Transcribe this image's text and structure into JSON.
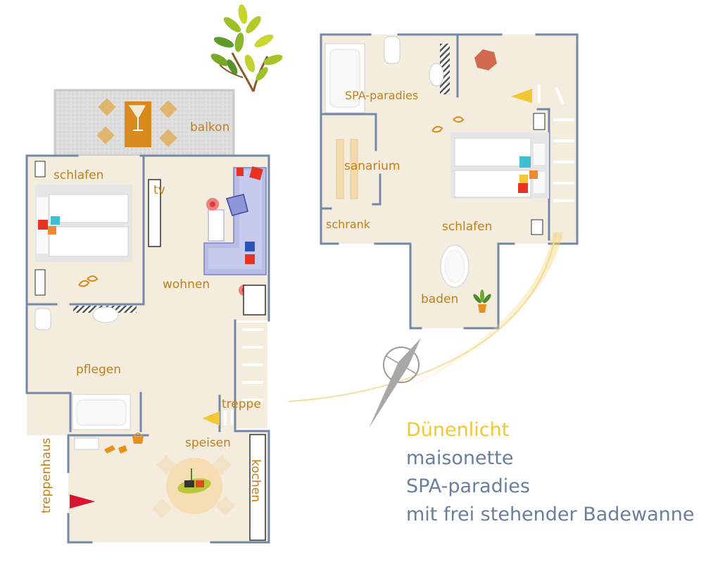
{
  "colors": {
    "floor": "#f4ecdc",
    "wall": "#7587a8",
    "label": "#c07f1c",
    "title": "#f3c731",
    "text": "#6a7f9e",
    "balcony": "#d9dadb"
  },
  "rooms": {
    "balkon": "balkon",
    "schlafen_lower": "schlafen",
    "tv": "tv",
    "wohnen": "wohnen",
    "pflegen": "pflegen",
    "treppe": "treppe",
    "speisen": "speisen",
    "treppenhaus": "treppenhaus",
    "kochen": "kochen",
    "spa_paradies": "SPA-paradies",
    "sanarium": "sanarium",
    "schrank": "schrank",
    "schlafen_upper": "schlafen",
    "baden": "baden"
  },
  "caption": {
    "title": "Dünenlicht",
    "line1": "maisonette",
    "line2": "SPA-paradies",
    "line3": "mit frei stehender Badewanne"
  },
  "icons": [
    "plant-icon",
    "glass-icon",
    "double-bed-icon",
    "flower-icon",
    "chair-icon",
    "bathtub-icon",
    "sink-icon",
    "dining-table-icon",
    "entrance-arrow-icon",
    "stair-arrow-icon",
    "compass-icon",
    "slippers-icon",
    "potted-plant-icon"
  ]
}
